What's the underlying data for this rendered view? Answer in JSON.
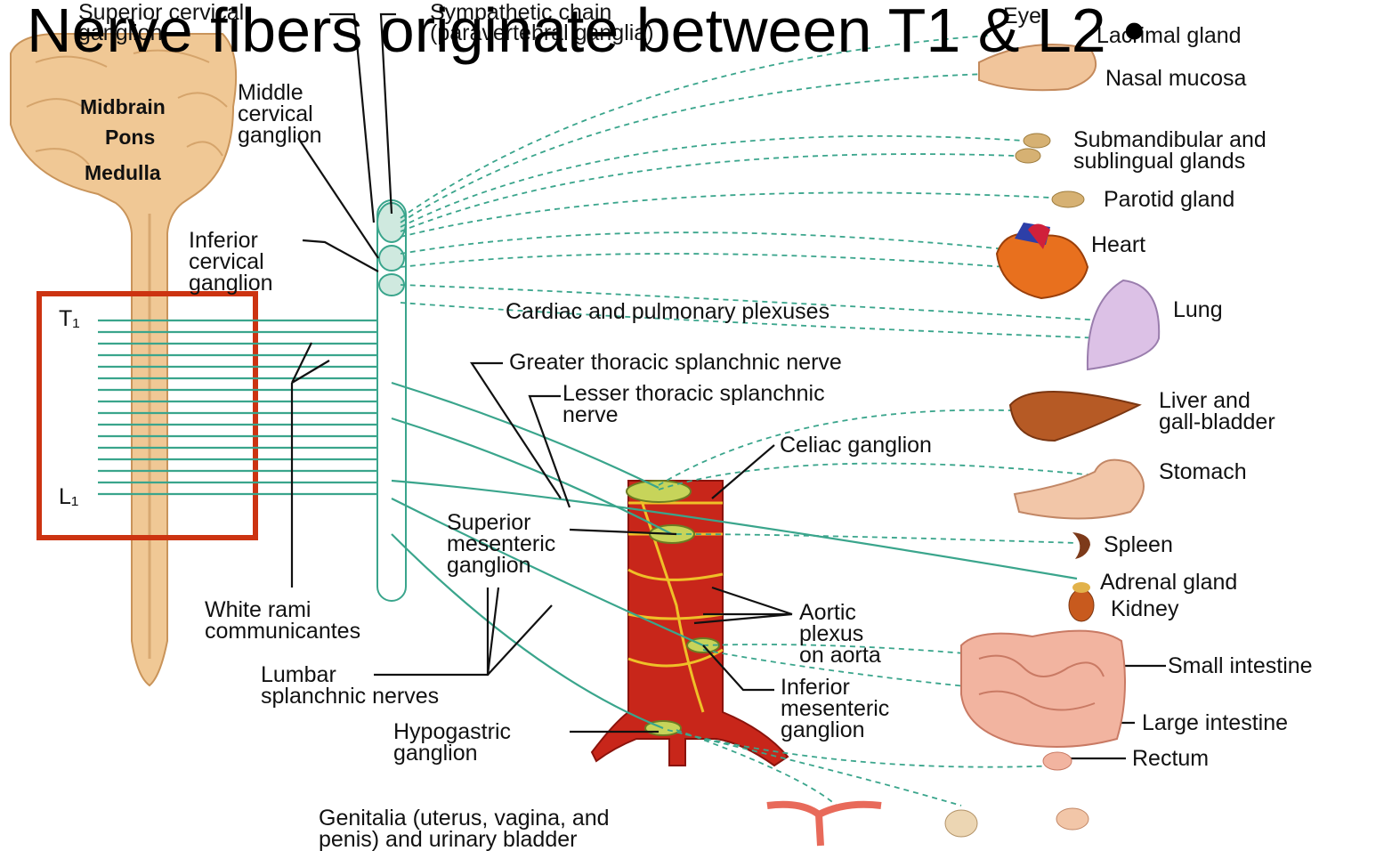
{
  "slide": {
    "heading": "Nerve fibers originate between T1 & L2 •"
  },
  "colors": {
    "nerve": "#3aa58c",
    "spinal_cord": "#f0c895",
    "aorta": "#c8261a",
    "highlight_box": "#cc3311"
  },
  "cns_labels": {
    "midbrain": "Midbrain",
    "pons": "Pons",
    "medulla": "Medulla",
    "t1": "T₁",
    "l1": "L₁"
  },
  "ganglia_labels": {
    "superior_cervical_1": "Superior cervical",
    "superior_cervical_2": "ganglion",
    "sympathetic_chain_1": "Sympathetic chain",
    "sympathetic_chain_2": "(paravertebral ganglia)",
    "middle_cervical_1": "Middle",
    "middle_cervical_2": "cervical",
    "middle_cervical_3": "ganglion",
    "inferior_cervical_1": "Inferior",
    "inferior_cervical_2": "cervical",
    "inferior_cervical_3": "ganglion",
    "white_rami_1": "White rami",
    "white_rami_2": "communicantes",
    "lumbar_1": "Lumbar",
    "lumbar_2": "splanchnic nerves",
    "hypogastric_1": "Hypogastric",
    "hypogastric_2": "ganglion",
    "genitalia_1": "Genitalia (uterus, vagina, and",
    "genitalia_2": "penis) and urinary bladder"
  },
  "nerve_labels": {
    "cardiac": "Cardiac and pulmonary plexuses",
    "greater": "Greater thoracic splanchnic nerve",
    "lesser_1": "Lesser thoracic splanchnic",
    "lesser_2": "nerve",
    "celiac": "Celiac ganglion",
    "superior_mes_1": "Superior",
    "superior_mes_2": "mesenteric",
    "superior_mes_3": "ganglion",
    "aortic_1": "Aortic",
    "aortic_2": "plexus",
    "aortic_3": "on aorta",
    "inferior_mes_1": "Inferior",
    "inferior_mes_2": "mesenteric",
    "inferior_mes_3": "ganglion"
  },
  "organ_labels": {
    "eye": "Eye",
    "lacrimal": "Lacrimal gland",
    "nasal": "Nasal mucosa",
    "submandibular_1": "Submandibular and",
    "submandibular_2": "sublingual glands",
    "parotid": "Parotid gland",
    "heart": "Heart",
    "lung": "Lung",
    "liver_1": "Liver and",
    "liver_2": "gall-bladder",
    "stomach": "Stomach",
    "spleen": "Spleen",
    "adrenal": "Adrenal gland",
    "kidney": "Kidney",
    "small_int": "Small intestine",
    "large_int": "Large intestine",
    "rectum": "Rectum"
  }
}
